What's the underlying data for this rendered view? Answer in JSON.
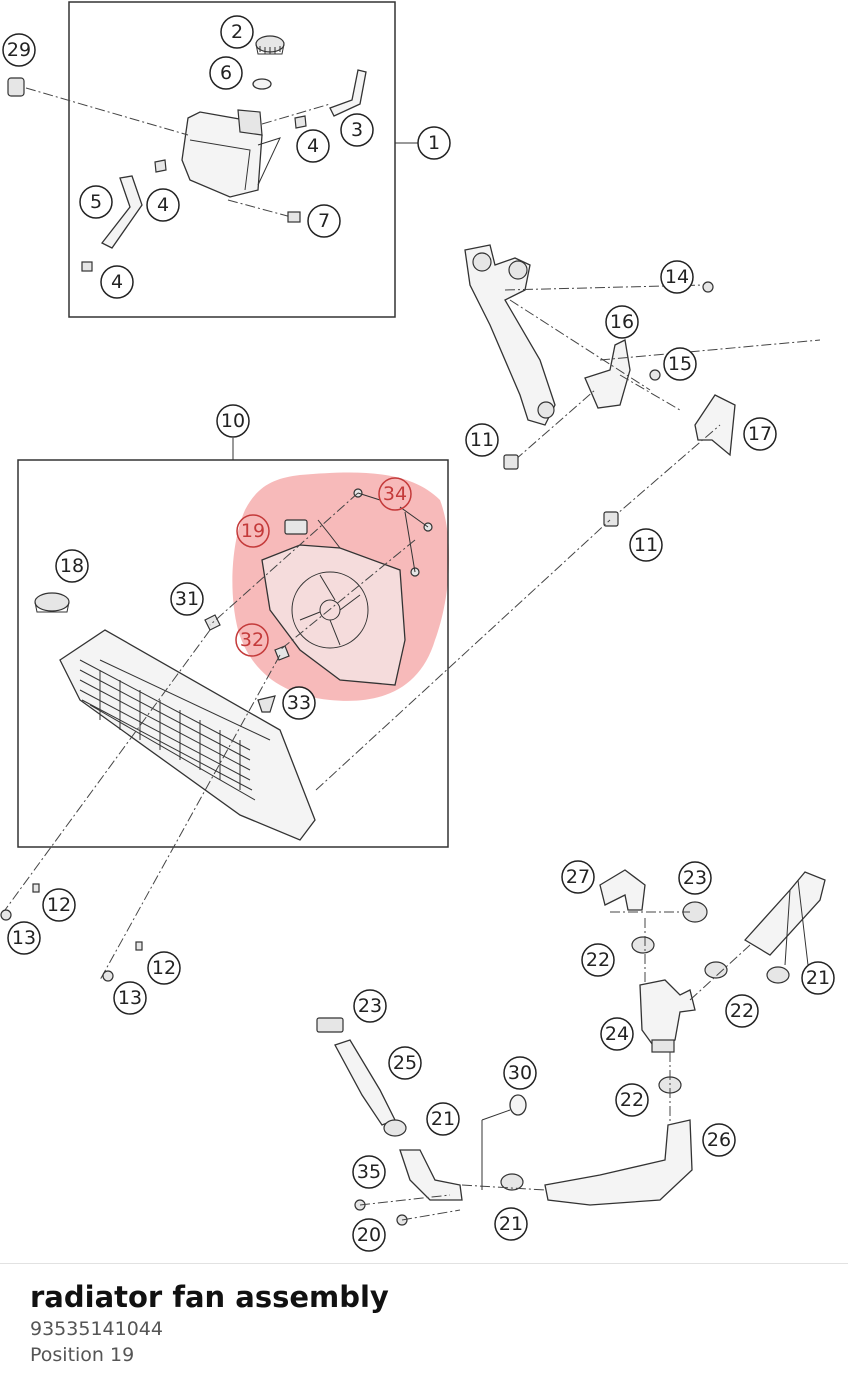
{
  "diagram": {
    "callouts": {
      "c1": "1",
      "c2": "2",
      "c3": "3",
      "c4a": "4",
      "c4b": "4",
      "c4c": "4",
      "c5": "5",
      "c6": "6",
      "c7": "7",
      "c10": "10",
      "c11a": "11",
      "c11b": "11",
      "c12a": "12",
      "c12b": "12",
      "c13a": "13",
      "c13b": "13",
      "c14": "14",
      "c15": "15",
      "c16": "16",
      "c17": "17",
      "c18": "18",
      "c19": "19",
      "c20": "20",
      "c21a": "21",
      "c21b": "21",
      "c21c": "21",
      "c22a": "22",
      "c22b": "22",
      "c22c": "22",
      "c23a": "23",
      "c23b": "23",
      "c24": "24",
      "c25": "25",
      "c26": "26",
      "c27": "27",
      "c29": "29",
      "c30": "30",
      "c31": "31",
      "c32": "32",
      "c33": "33",
      "c34": "34",
      "c35": "35"
    },
    "highlight_color": "#f4a3a3",
    "highlight_positions": [
      "19",
      "32",
      "34"
    ]
  },
  "part": {
    "name": "radiator fan assembly",
    "number": "93535141044",
    "position": "Position 19"
  }
}
